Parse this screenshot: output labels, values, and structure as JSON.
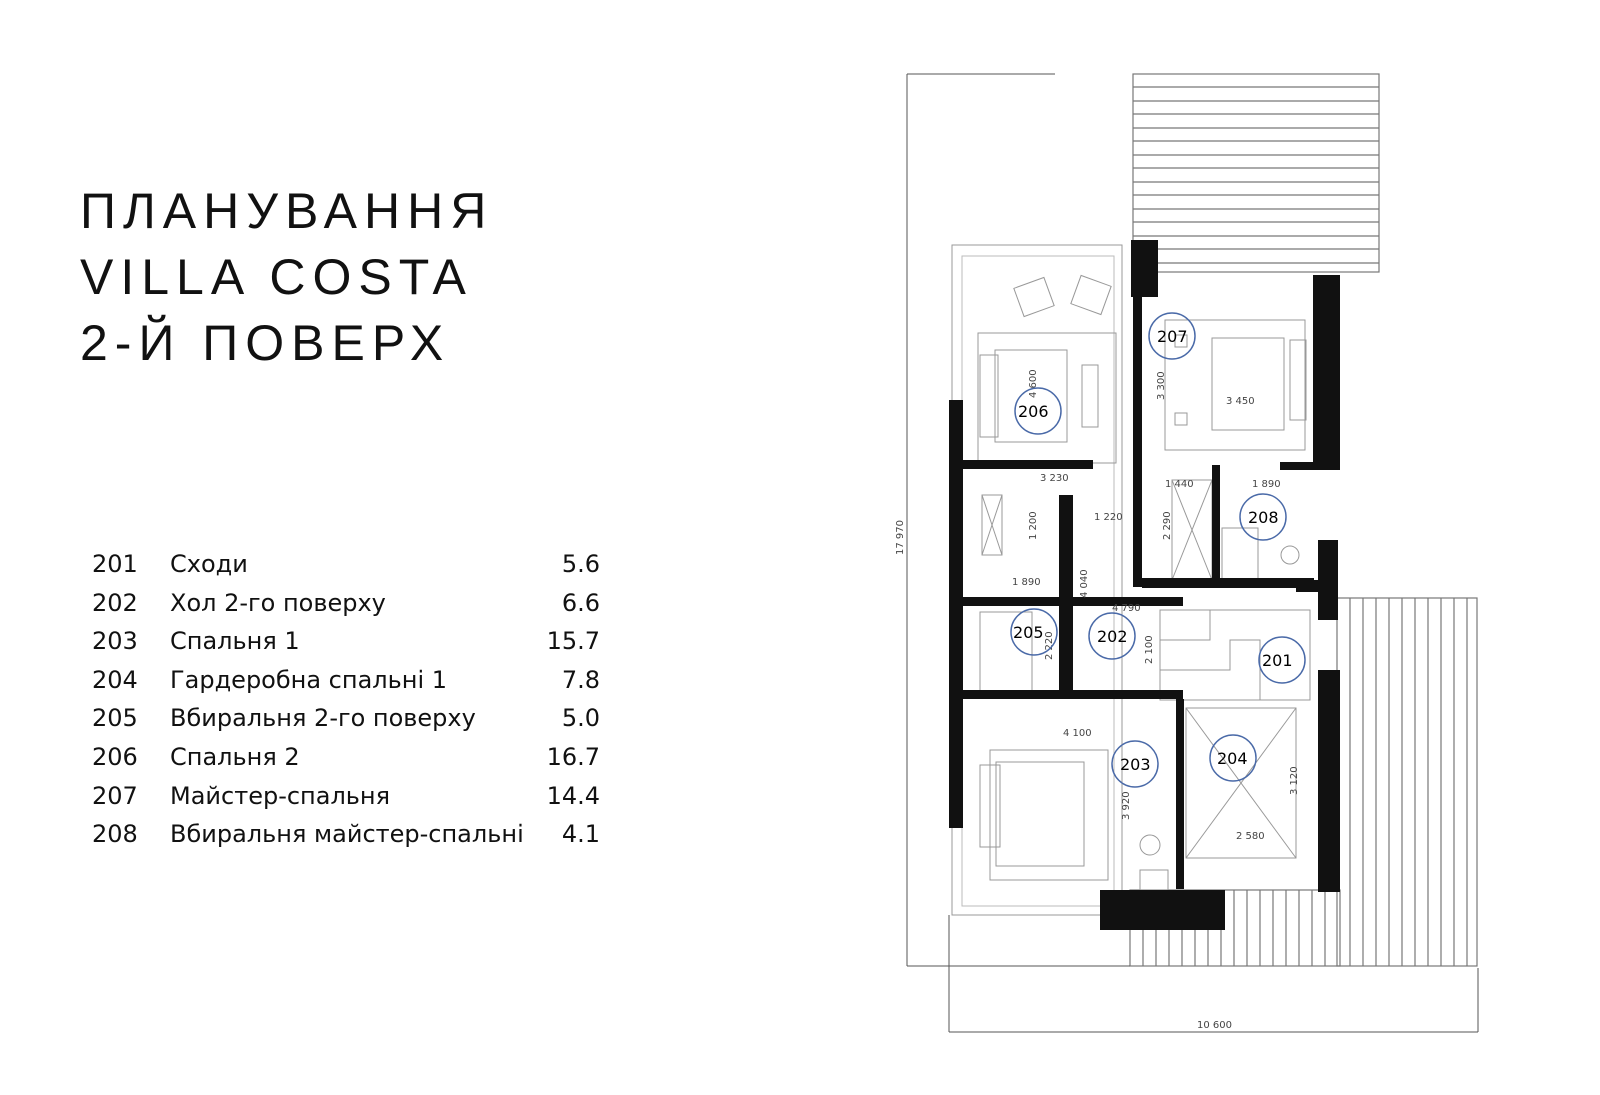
{
  "title": {
    "line1": "ПЛАНУВАННЯ",
    "line2": "VILLA COSTA",
    "line3": "2-Й ПОВЕРХ"
  },
  "rooms": [
    {
      "num": "201",
      "name": "Сходи",
      "area": "5.6"
    },
    {
      "num": "202",
      "name": "Хол 2-го поверху",
      "area": "6.6"
    },
    {
      "num": "203",
      "name": "Спальня 1",
      "area": "15.7"
    },
    {
      "num": "204",
      "name": "Гардеробна спальні 1",
      "area": "7.8"
    },
    {
      "num": "205",
      "name": "Вбиральня 2-го поверху",
      "area": "5.0"
    },
    {
      "num": "206",
      "name": "Спальня 2",
      "area": "16.7"
    },
    {
      "num": "207",
      "name": "Майстер-спальня",
      "area": "14.4"
    },
    {
      "num": "208",
      "name": "Вбиральня майстер-спальні",
      "area": "4.1"
    }
  ],
  "plan": {
    "total_height": "17 970",
    "total_width": "10 600",
    "dimensions": [
      "4 600",
      "3 230",
      "3 300",
      "3 450",
      "1 440",
      "1 890",
      "1 220",
      "2 290",
      "1 200",
      "1 890",
      "4 040",
      "4 790",
      "2 220",
      "2 100",
      "4 100",
      "3 920",
      "3 120",
      "2 580"
    ],
    "room_tags": [
      "201",
      "202",
      "203",
      "204",
      "205",
      "206",
      "207",
      "208"
    ],
    "colors": {
      "wall": "#111111",
      "tag_circle": "#4a6aa8",
      "line": "#9a9a9a"
    }
  }
}
